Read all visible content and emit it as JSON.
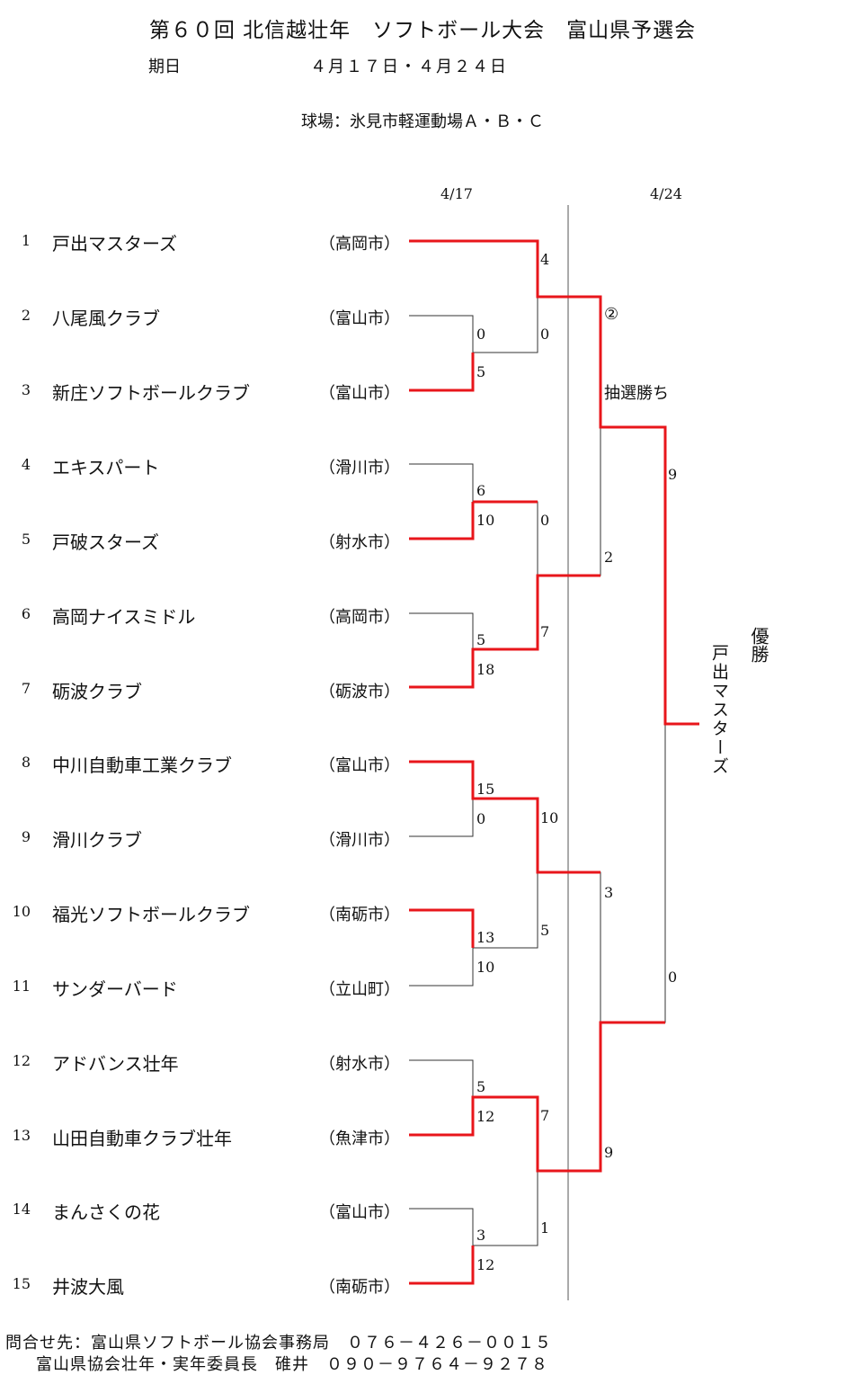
{
  "header": {
    "title": "第６０回 北信越壮年　ソフトボール大会　富山県予選会",
    "period_label": "期日",
    "period_dates": "４月１７日・４月２４日",
    "venue": "球場：氷見市軽運動場Ａ・Ｂ・Ｃ"
  },
  "rounds": {
    "day1": "4/17",
    "day2": "4/24"
  },
  "teams": [
    {
      "no": "1",
      "name": "戸出マスターズ",
      "city": "（高岡市）"
    },
    {
      "no": "2",
      "name": "八尾風クラブ",
      "city": "（富山市）"
    },
    {
      "no": "3",
      "name": "新庄ソフトボールクラブ",
      "city": "（富山市）"
    },
    {
      "no": "4",
      "name": "エキスパート",
      "city": "（滑川市）"
    },
    {
      "no": "5",
      "name": "戸破スターズ",
      "city": "（射水市）"
    },
    {
      "no": "6",
      "name": "高岡ナイスミドル",
      "city": "（高岡市）"
    },
    {
      "no": "7",
      "name": "砺波クラブ",
      "city": "（砺波市）"
    },
    {
      "no": "8",
      "name": "中川自動車工業クラブ",
      "city": "（富山市）"
    },
    {
      "no": "9",
      "name": "滑川クラブ",
      "city": "（滑川市）"
    },
    {
      "no": "10",
      "name": "福光ソフトボールクラブ",
      "city": "（南砺市）"
    },
    {
      "no": "11",
      "name": "サンダーバード",
      "city": "（立山町）"
    },
    {
      "no": "12",
      "name": "アドバンス壮年",
      "city": "（射水市）"
    },
    {
      "no": "13",
      "name": "山田自動車クラブ壮年",
      "city": "（魚津市）"
    },
    {
      "no": "14",
      "name": "まんさくの花",
      "city": "（富山市）"
    },
    {
      "no": "15",
      "name": "井波大風",
      "city": "（南砺市）"
    }
  ],
  "scores": {
    "r1_2v3": [
      "0",
      "5"
    ],
    "r1_4v5": [
      "6",
      "10"
    ],
    "r1_6v7": [
      "5",
      "18"
    ],
    "r1_8v9": [
      "15",
      "0"
    ],
    "r1_10v11": [
      "13",
      "10"
    ],
    "r1_12v13": [
      "5",
      "12"
    ],
    "r1_14v15": [
      "3",
      "12"
    ],
    "r2_1v23": [
      "4",
      "0"
    ],
    "r2_45v67": [
      "0",
      "7"
    ],
    "r2_89v1011": [
      "10",
      "5"
    ],
    "r2_1213v1415": [
      "7",
      "1"
    ],
    "sf_top": [
      "②",
      "2"
    ],
    "sf_bottom": [
      "3",
      "9"
    ],
    "final": [
      "9",
      "0"
    ]
  },
  "notes": {
    "lottery": "抽選勝ち"
  },
  "champion": {
    "label": "優勝",
    "team": "戸出マスターズ"
  },
  "footer": {
    "line1": "問合せ先：富山県ソフトボール協会事務局　０７６－４２６－００１５",
    "line2": "富山県協会壮年・実年委員長　碓井　０９０－９７６４－９２７８"
  },
  "colors": {
    "winner_line": "#e8161b",
    "loser_line": "#333333"
  }
}
